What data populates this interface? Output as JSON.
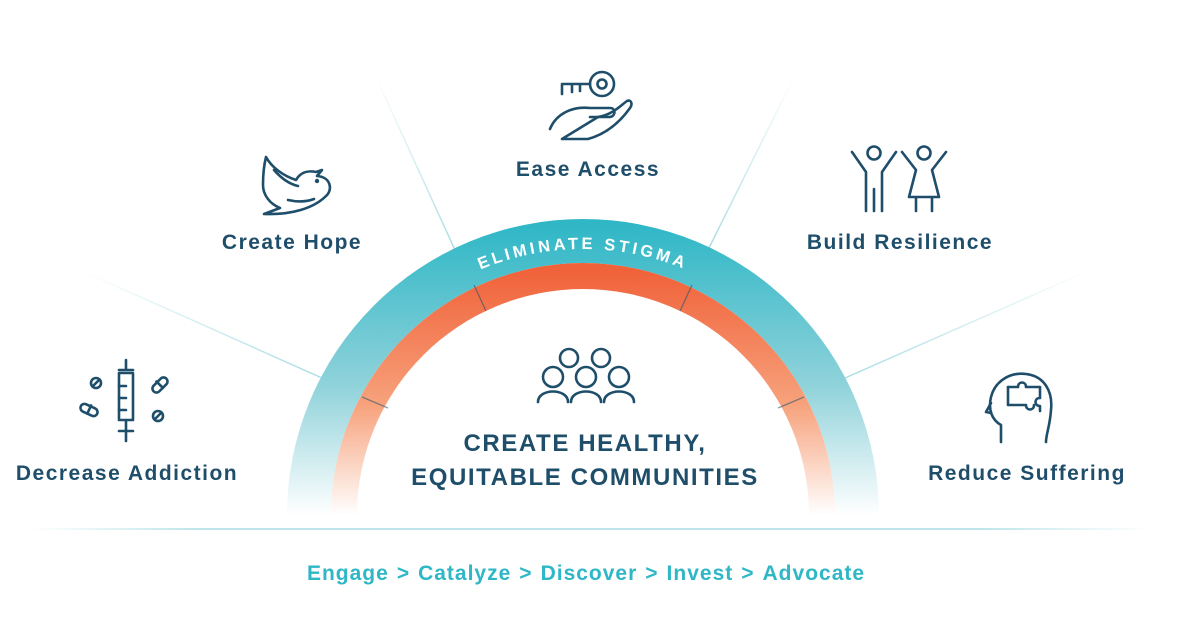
{
  "colors": {
    "navy": "#1f4e6b",
    "teal": "#2fb7c6",
    "teal_light": "#a9dde3",
    "orange": "#f0623a",
    "orange_light": "#fbd3bf"
  },
  "outer_band_label": "ELIMINATE STIGMA",
  "center": {
    "icon": "people-group-icon",
    "line1": "CREATE HEALTHY,",
    "line2": "EQUITABLE COMMUNITIES"
  },
  "goals": {
    "decrease_addiction": {
      "label": "Decrease Addiction",
      "icon": "syringe-pills-icon"
    },
    "create_hope": {
      "label": "Create Hope",
      "icon": "dove-icon"
    },
    "ease_access": {
      "label": "Ease Access",
      "icon": "key-in-hand-icon"
    },
    "build_resilience": {
      "label": "Build Resilience",
      "icon": "children-icon"
    },
    "reduce_suffering": {
      "label": "Reduce Suffering",
      "icon": "head-puzzle-icon"
    }
  },
  "flow": [
    "Engage",
    "Catalyze",
    "Discover",
    "Invest",
    "Advocate"
  ],
  "flow_separator": ">"
}
